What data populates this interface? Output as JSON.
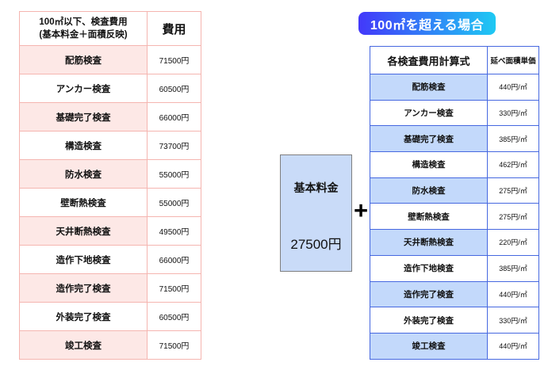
{
  "badge": {
    "label": "100㎡を超える場合"
  },
  "left_table": {
    "header": {
      "col1_line1": "100㎡以下、検査費用",
      "col1_line2": "(基本料金＋面積反映)",
      "col2": "費用"
    },
    "rows": [
      {
        "name": "配筋検査",
        "fee": "71500円"
      },
      {
        "name": "アンカー検査",
        "fee": "60500円"
      },
      {
        "name": "基礎完了検査",
        "fee": "66000円"
      },
      {
        "name": "構造検査",
        "fee": "73700円"
      },
      {
        "name": "防水検査",
        "fee": "55000円"
      },
      {
        "name": "壁断熱検査",
        "fee": "55000円"
      },
      {
        "name": "天井断熱検査",
        "fee": "49500円"
      },
      {
        "name": "造作下地検査",
        "fee": "66000円"
      },
      {
        "name": "造作完了検査",
        "fee": "71500円"
      },
      {
        "name": "外装完了検査",
        "fee": "60500円"
      },
      {
        "name": "竣工検査",
        "fee": "71500円"
      }
    ]
  },
  "base_fee": {
    "label": "基本料金",
    "amount": "27500円"
  },
  "plus_sign": "+",
  "right_table": {
    "header": {
      "col1": "各検査費用計算式",
      "col2": "延べ面積単価"
    },
    "rows": [
      {
        "name": "配筋検査",
        "unit_price": "440円/㎡"
      },
      {
        "name": "アンカー検査",
        "unit_price": "330円/㎡"
      },
      {
        "name": "基礎完了検査",
        "unit_price": "385円/㎡"
      },
      {
        "name": "構造検査",
        "unit_price": "462円/㎡"
      },
      {
        "name": "防水検査",
        "unit_price": "275円/㎡"
      },
      {
        "name": "壁断熱検査",
        "unit_price": "275円/㎡"
      },
      {
        "name": "天井断熱検査",
        "unit_price": "220円/㎡"
      },
      {
        "name": "造作下地検査",
        "unit_price": "385円/㎡"
      },
      {
        "name": "造作完了検査",
        "unit_price": "440円/㎡"
      },
      {
        "name": "外装完了検査",
        "unit_price": "330円/㎡"
      },
      {
        "name": "竣工検査",
        "unit_price": "440円/㎡"
      }
    ]
  },
  "colors": {
    "pink_row_bg": "#fde8e6",
    "pink_border": "#f5b5b0",
    "blue_row_bg": "#c3d9fb",
    "blue_border": "#4668e0",
    "base_box_bg": "#c9dbf8",
    "badge_gradient_start": "#4338fa",
    "badge_gradient_end": "#1ec9f3"
  }
}
